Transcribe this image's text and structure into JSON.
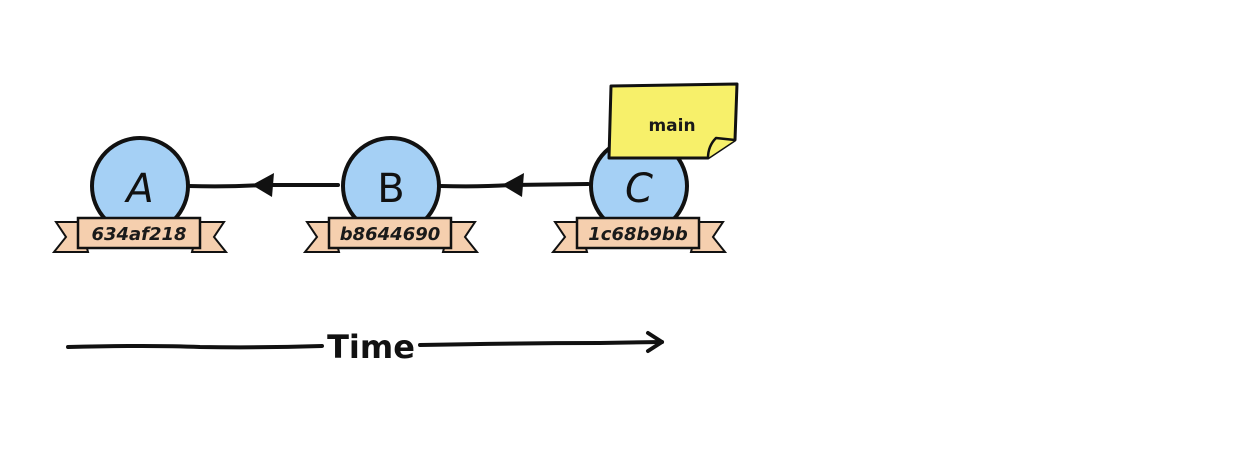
{
  "diagram": {
    "type": "git-commit-history",
    "colors": {
      "commit_fill": "#a5d0f5",
      "hash_ribbon_fill": "#f5cfae",
      "branch_note_fill": "#f7f06a",
      "stroke": "#111111"
    },
    "commits": [
      {
        "label": "A",
        "hash": "634af218"
      },
      {
        "label": "B",
        "hash": "b8644690"
      },
      {
        "label": "C",
        "hash": "1c68b9bb"
      }
    ],
    "edges": [
      {
        "from": "B",
        "to": "A"
      },
      {
        "from": "C",
        "to": "B"
      }
    ],
    "branch": {
      "name": "main",
      "points_to": "C"
    },
    "time_axis": {
      "label": "Time",
      "direction": "right"
    }
  }
}
